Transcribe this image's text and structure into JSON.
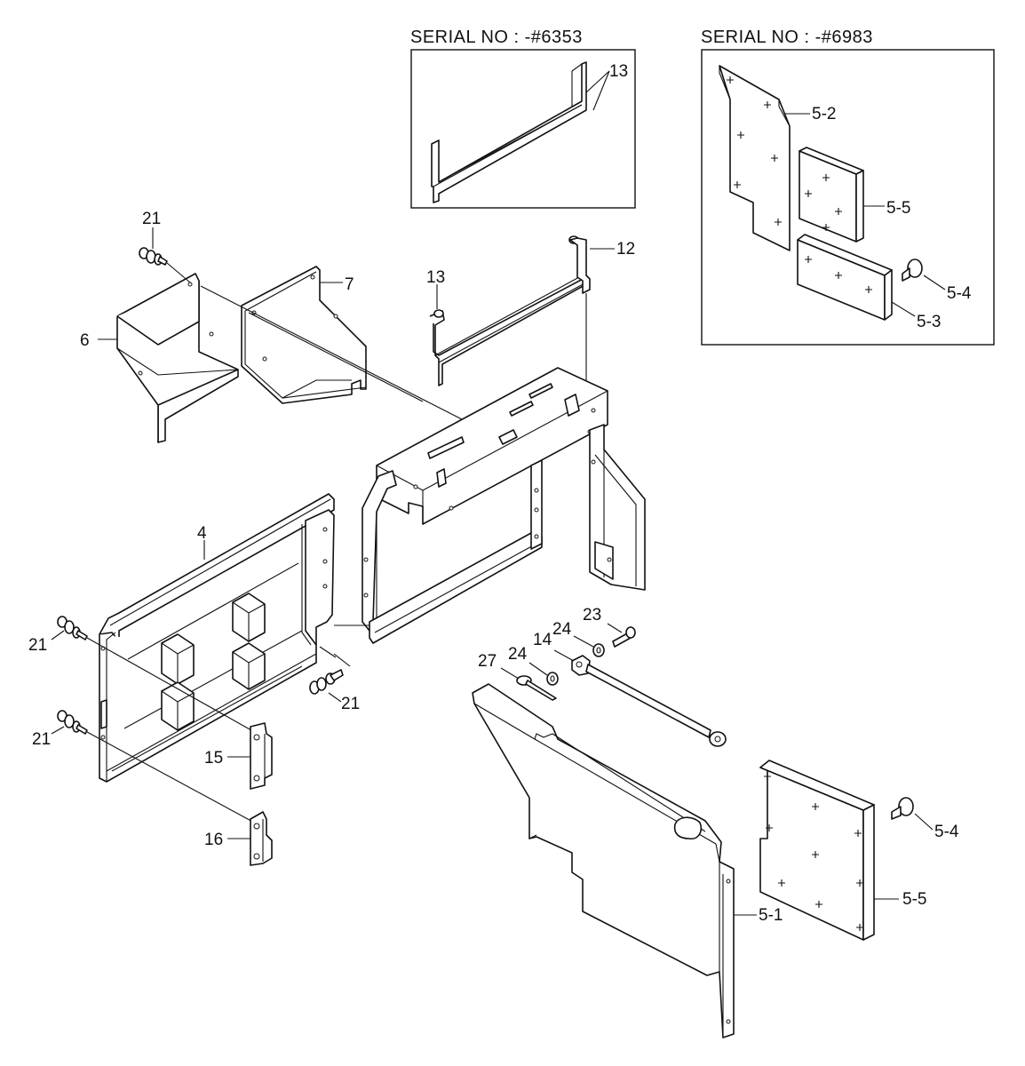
{
  "inset_left": {
    "serial_label": "SERIAL NO : -#6353",
    "callout": "13"
  },
  "inset_right": {
    "serial_label": "SERIAL NO : -#6983",
    "callouts": [
      "5-2",
      "5-5",
      "5-4",
      "5-3"
    ]
  },
  "callouts": {
    "c21a": "21",
    "c6": "6",
    "c7": "7",
    "c13": "13",
    "c12": "12",
    "c4": "4",
    "c21b": "21",
    "c21c": "21",
    "c21d": "21",
    "c15": "15",
    "c16": "16",
    "c23": "23",
    "c24a": "24",
    "c14": "14",
    "c24b": "24",
    "c27": "27",
    "c5_4": "5-4",
    "c5_5": "5-5",
    "c5_1": "5-1"
  }
}
